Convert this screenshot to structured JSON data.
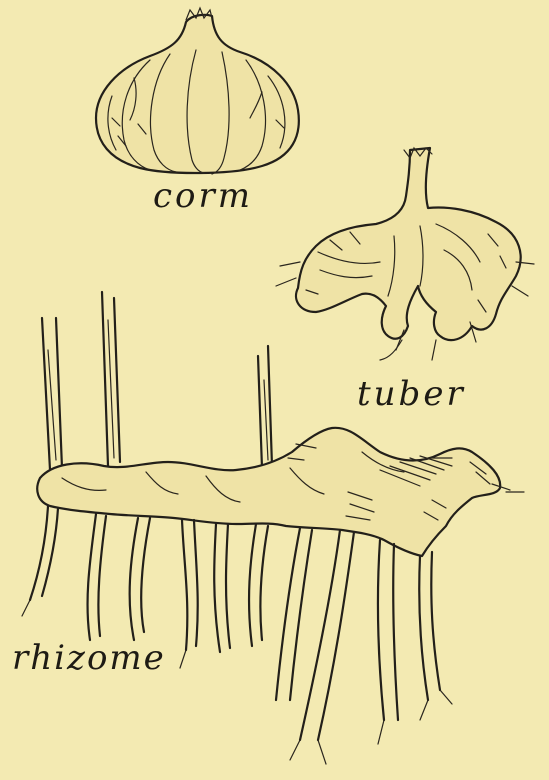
{
  "colors": {
    "paper": "#f3eab2",
    "ink": "#23201a"
  },
  "labels": {
    "corm": "corm",
    "tuber": "tuber",
    "rhizome": "rhizome"
  }
}
